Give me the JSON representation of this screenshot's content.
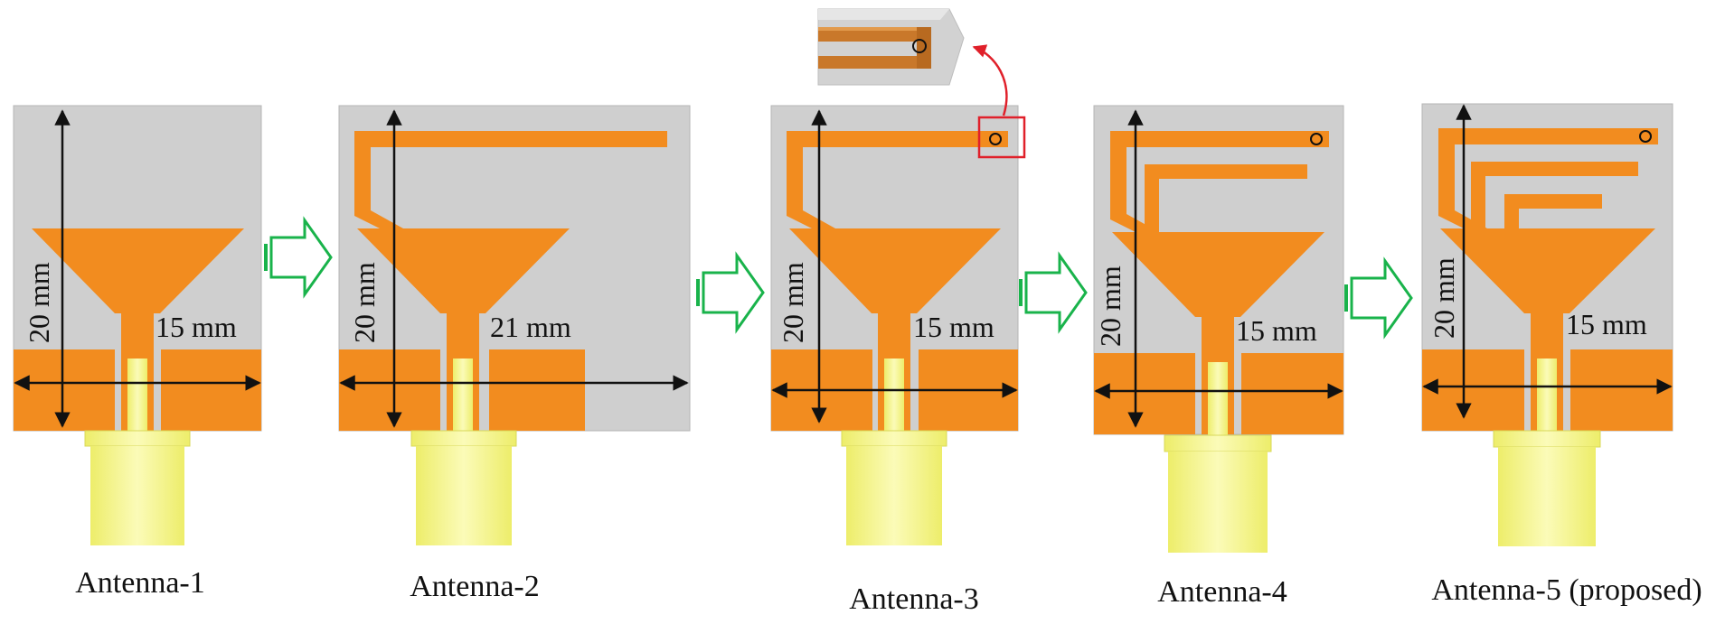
{
  "colors": {
    "substrate": "#cfcfcf",
    "copper": "#f28c1f",
    "connector": "#f3f27a",
    "connector_light": "#fbfbb8",
    "arrow_green": "#19b34b",
    "callout_red": "#e0202a",
    "dimension": "#111111"
  },
  "antennas": [
    {
      "id": "antenna-1",
      "caption": "Antenna-1",
      "height_label": "20 mm",
      "width_label": "15 mm"
    },
    {
      "id": "antenna-2",
      "caption": "Antenna-2",
      "height_label": "20 mm",
      "width_label": "21 mm"
    },
    {
      "id": "antenna-3",
      "caption": "Antenna-3",
      "height_label": "20 mm",
      "width_label": "15 mm"
    },
    {
      "id": "antenna-4",
      "caption": "Antenna-4",
      "height_label": "20 mm",
      "width_label": "15 mm"
    },
    {
      "id": "antenna-5",
      "caption": "Antenna-5 (proposed)",
      "height_label": "20 mm",
      "width_label": "15 mm"
    }
  ]
}
